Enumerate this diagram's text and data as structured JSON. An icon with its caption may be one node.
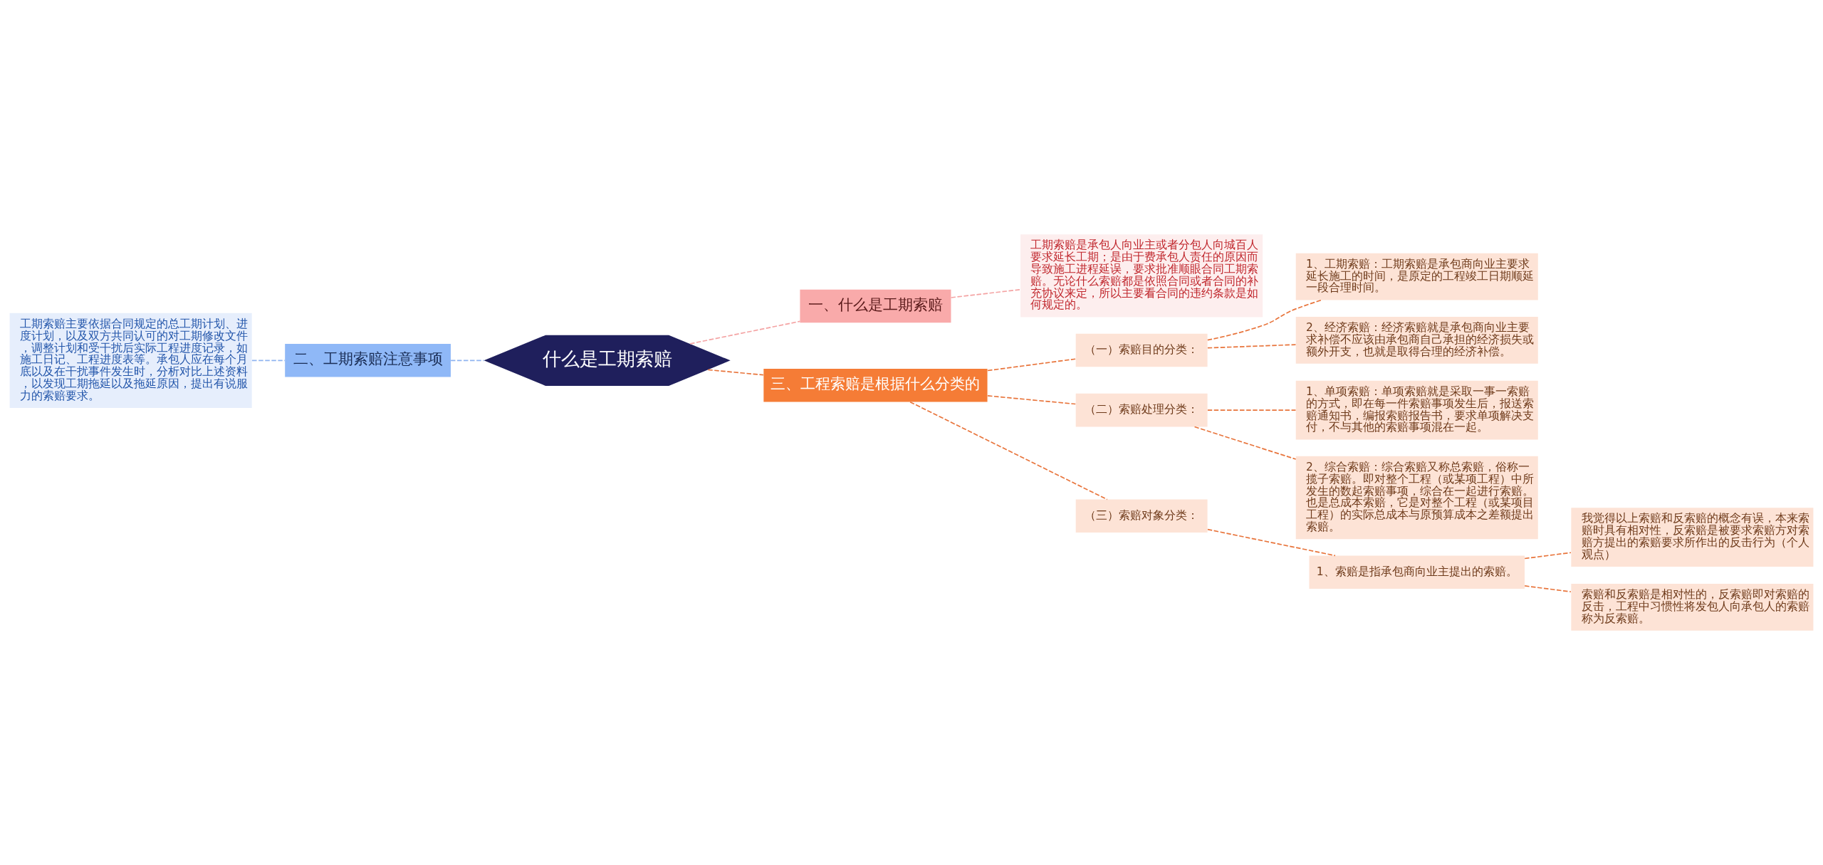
{
  "diagram": {
    "nodes": [
      {
        "text": [
          "什么是工期索赔"
        ]
      },
      {
        "text": [
          "一、什么是工期索赔"
        ]
      },
      {
        "text": [
          "工期索赔是承包人向业主或者分包人向城百人要求延长工期；是由于费承包人责任的原因而导致施工进程延误，要求批准顺眼合同工期索赔。无论什么索赔都是依照合同或者合同的补充协议来定，所以主要看合同的违约条款是如何规定的。"
        ]
      },
      {
        "text": [
          "二、工期索赔注意事项"
        ]
      },
      {
        "text": [
          "工期索赔主要依据合同规定的总工期计划、进度计划，以及双方共同认可的对工期修改文件，调整计划和受干扰后实际工程进度记录，如施工日记、工程进度表等。承包人应在每个月底以及在干扰事件发生时，分析对比上述资料，以发现工期拖延以及拖延原因，提出有说服力的索赔要求。"
        ]
      },
      {
        "text": [
          "三、工程索赔是根据什么分类的"
        ]
      },
      {
        "text": [
          "（一）索赔目的分类："
        ]
      },
      {
        "text": [
          "1、工期索赔：工期索赔是承包商向业主要求延长施工的时间，是原定的工程竣工日期顺延一段合理时间。"
        ]
      },
      {
        "text": [
          "2、经济索赔：经济索赔就是承包商向业主要求补偿不应该由承包商自己承担的经济损失或额外开支，也就是取得合理的经济补偿。"
        ]
      },
      {
        "text": [
          "（二）索赔处理分类："
        ]
      },
      {
        "text": [
          "1、单项索赔：单项索赔就是采取一事一索赔的方式，即在每一件索赔事项发生后，报送索赔通知书，编报索赔报告书，要求单项解决支付，不与其他的索赔事项混在一起。"
        ]
      },
      {
        "text": [
          "2、综合索赔：综合索赔又称总索赔，俗称一揽子索赔。即对整个工程（或某项工程）中所发生的数起索赔事项，综合在一起进行索赔。也是总成本索赔，它是对整个工程（或某项目工程）的实际总成本与原预算成本之差额提出索赔。"
        ]
      },
      {
        "text": [
          "（三）索赔对象分类："
        ]
      },
      {
        "text": [
          "1、索赔是指承包商向业主提出的索赔。"
        ]
      },
      {
        "text": [
          "我觉得以上索赔和反索赔的概念有误，本来索赔时具有相对性，反索赔是被要求索赔方对索赔方提出的索赔要求所作出的反击行为（个人观点）"
        ]
      },
      {
        "text": [
          "索赔和反索赔是相对性的，反索赔即对索赔的反击，工程中习惯性将发包人向承包人的索赔称为反索赔。"
        ]
      }
    ],
    "edges": [
      {
        "from": 0,
        "to": 1,
        "arrow": "none",
        "style": "dashed",
        "color": "#f4a3a3"
      },
      {
        "from": 1,
        "to": 2,
        "arrow": "none",
        "style": "dashed",
        "color": "#f4a3a3"
      },
      {
        "from": 0,
        "to": 3,
        "arrow": "none",
        "style": "dashed",
        "color": "#8fb4f0"
      },
      {
        "from": 3,
        "to": 4,
        "arrow": "none",
        "style": "dashed",
        "color": "#8fb4f0"
      },
      {
        "from": 0,
        "to": 5,
        "arrow": "none",
        "style": "dashed"
      },
      {
        "from": 5,
        "to": 6,
        "arrow": "none",
        "style": "dashed"
      },
      {
        "from": 6,
        "to": 7,
        "arrow": "none",
        "style": "dashed"
      },
      {
        "from": 6,
        "to": 8,
        "arrow": "none",
        "style": "dashed"
      },
      {
        "from": 5,
        "to": 9,
        "arrow": "none",
        "style": "dashed"
      },
      {
        "from": 9,
        "to": 10,
        "arrow": "none",
        "style": "dashed"
      },
      {
        "from": 9,
        "to": 11,
        "arrow": "none",
        "style": "dashed"
      },
      {
        "from": 5,
        "to": 12,
        "arrow": "none",
        "style": "dashed"
      },
      {
        "from": 12,
        "to": 13,
        "arrow": "none",
        "style": "dashed"
      },
      {
        "from": 13,
        "to": 14,
        "arrow": "none",
        "style": "dashed"
      },
      {
        "from": 13,
        "to": 15,
        "arrow": "none",
        "style": "dashed"
      }
    ]
  }
}
